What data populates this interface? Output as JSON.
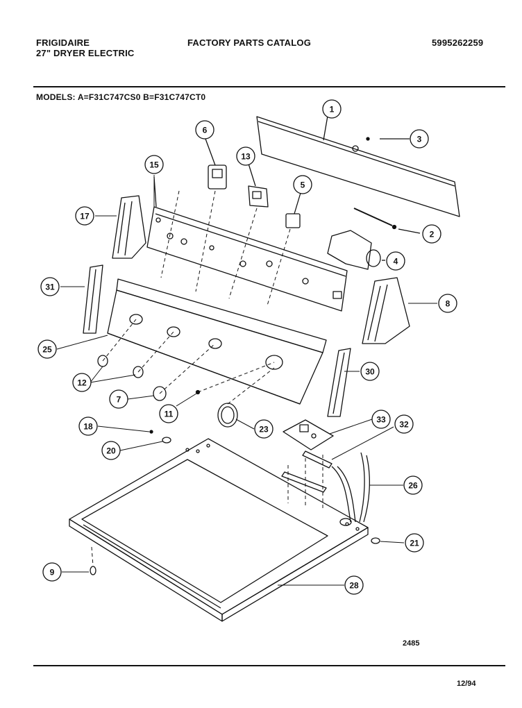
{
  "header": {
    "brand": "FRIGIDAIRE",
    "subtitle": "27\" DRYER ELECTRIC",
    "catalog_title": "FACTORY PARTS CATALOG",
    "part_number": "5995262259"
  },
  "models_line": "MODELS:  A=F31C747CS0    B=F31C747CT0",
  "image_code": "2485",
  "date": "12/94",
  "callouts": [
    "1",
    "2",
    "3",
    "4",
    "5",
    "6",
    "7",
    "8",
    "9",
    "11",
    "12",
    "13",
    "15",
    "17",
    "18",
    "20",
    "21",
    "23",
    "25",
    "26",
    "28",
    "30",
    "31",
    "32",
    "33"
  ]
}
